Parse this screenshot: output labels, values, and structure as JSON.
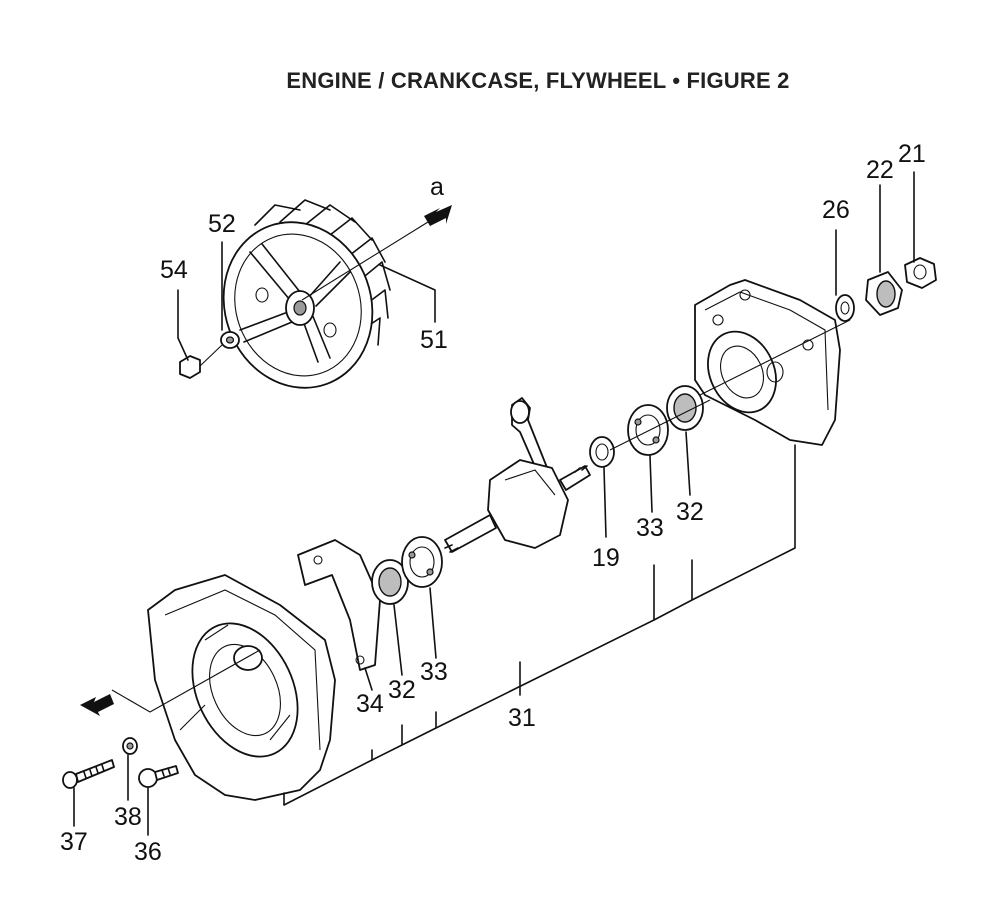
{
  "title": "ENGINE / CRANKCASE, FLYWHEEL  •  FIGURE 2",
  "arrow_label": "a",
  "callouts": [
    {
      "id": "c54",
      "text": "54"
    },
    {
      "id": "c52",
      "text": "52"
    },
    {
      "id": "c51",
      "text": "51"
    },
    {
      "id": "c26",
      "text": "26"
    },
    {
      "id": "c22",
      "text": "22"
    },
    {
      "id": "c21",
      "text": "21"
    },
    {
      "id": "c19",
      "text": "19"
    },
    {
      "id": "c33a",
      "text": "33"
    },
    {
      "id": "c32a",
      "text": "32"
    },
    {
      "id": "c34",
      "text": "34"
    },
    {
      "id": "c32b",
      "text": "32"
    },
    {
      "id": "c33b",
      "text": "33"
    },
    {
      "id": "c31",
      "text": "31"
    },
    {
      "id": "c37",
      "text": "37"
    },
    {
      "id": "c38",
      "text": "38"
    },
    {
      "id": "c36",
      "text": "36"
    }
  ]
}
